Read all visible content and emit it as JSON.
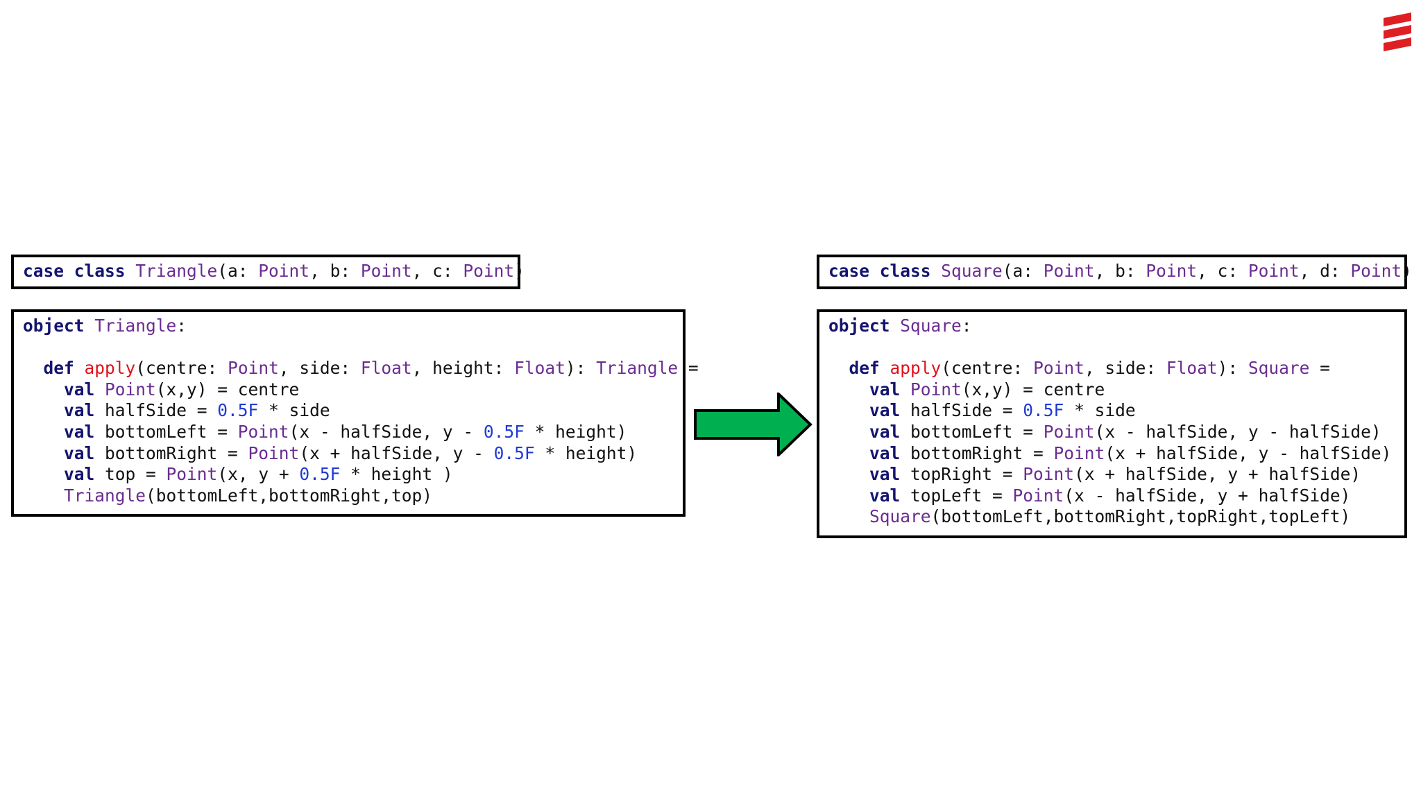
{
  "colors": {
    "background": "#ffffff",
    "border": "#000000",
    "keyword": "#141470",
    "type": "#6a2c91",
    "function": "#e0101a",
    "number": "#1f3ad6",
    "plain": "#111111",
    "arrow_fill": "#00b050",
    "logo": "#de1f24"
  },
  "icons": {
    "arrow": "right-arrow-icon",
    "logo": "scala-logo-icon"
  },
  "panels": {
    "triangle_class": {
      "lines": [
        [
          [
            "kw",
            "case class "
          ],
          [
            "type",
            "Triangle"
          ],
          [
            "plain",
            "(a: "
          ],
          [
            "type",
            "Point"
          ],
          [
            "plain",
            ", b: "
          ],
          [
            "type",
            "Point"
          ],
          [
            "plain",
            ", c: "
          ],
          [
            "type",
            "Point"
          ],
          [
            "plain",
            ")"
          ]
        ]
      ]
    },
    "triangle_object": {
      "lines": [
        [
          [
            "kw",
            "object "
          ],
          [
            "type",
            "Triangle"
          ],
          [
            "plain",
            ":"
          ]
        ],
        [
          [
            "plain",
            ""
          ]
        ],
        [
          [
            "plain",
            "  "
          ],
          [
            "kw",
            "def "
          ],
          [
            "fn",
            "apply"
          ],
          [
            "plain",
            "(centre: "
          ],
          [
            "type",
            "Point"
          ],
          [
            "plain",
            ", side: "
          ],
          [
            "type",
            "Float"
          ],
          [
            "plain",
            ", height: "
          ],
          [
            "type",
            "Float"
          ],
          [
            "plain",
            "): "
          ],
          [
            "type",
            "Triangle"
          ],
          [
            "plain",
            " ="
          ]
        ],
        [
          [
            "plain",
            "    "
          ],
          [
            "kw",
            "val "
          ],
          [
            "type",
            "Point"
          ],
          [
            "plain",
            "(x,y) = centre"
          ]
        ],
        [
          [
            "plain",
            "    "
          ],
          [
            "kw",
            "val "
          ],
          [
            "plain",
            "halfSide = "
          ],
          [
            "num",
            "0.5F"
          ],
          [
            "plain",
            " * side"
          ]
        ],
        [
          [
            "plain",
            "    "
          ],
          [
            "kw",
            "val "
          ],
          [
            "plain",
            "bottomLeft = "
          ],
          [
            "type",
            "Point"
          ],
          [
            "plain",
            "(x - halfSide, y - "
          ],
          [
            "num",
            "0.5F"
          ],
          [
            "plain",
            " * height)"
          ]
        ],
        [
          [
            "plain",
            "    "
          ],
          [
            "kw",
            "val "
          ],
          [
            "plain",
            "bottomRight = "
          ],
          [
            "type",
            "Point"
          ],
          [
            "plain",
            "(x + halfSide, y - "
          ],
          [
            "num",
            "0.5F"
          ],
          [
            "plain",
            " * height)"
          ]
        ],
        [
          [
            "plain",
            "    "
          ],
          [
            "kw",
            "val "
          ],
          [
            "plain",
            "top = "
          ],
          [
            "type",
            "Point"
          ],
          [
            "plain",
            "(x, y + "
          ],
          [
            "num",
            "0.5F"
          ],
          [
            "plain",
            " * height )"
          ]
        ],
        [
          [
            "plain",
            "    "
          ],
          [
            "type",
            "Triangle"
          ],
          [
            "plain",
            "(bottomLeft,bottomRight,top)"
          ]
        ]
      ]
    },
    "square_class": {
      "lines": [
        [
          [
            "kw",
            "case class "
          ],
          [
            "type",
            "Square"
          ],
          [
            "plain",
            "(a: "
          ],
          [
            "type",
            "Point"
          ],
          [
            "plain",
            ", b: "
          ],
          [
            "type",
            "Point"
          ],
          [
            "plain",
            ", c: "
          ],
          [
            "type",
            "Point"
          ],
          [
            "plain",
            ", d: "
          ],
          [
            "type",
            "Point"
          ],
          [
            "plain",
            ")"
          ]
        ]
      ]
    },
    "square_object": {
      "lines": [
        [
          [
            "kw",
            "object "
          ],
          [
            "type",
            "Square"
          ],
          [
            "plain",
            ":"
          ]
        ],
        [
          [
            "plain",
            ""
          ]
        ],
        [
          [
            "plain",
            "  "
          ],
          [
            "kw",
            "def "
          ],
          [
            "fn",
            "apply"
          ],
          [
            "plain",
            "(centre: "
          ],
          [
            "type",
            "Point"
          ],
          [
            "plain",
            ", side: "
          ],
          [
            "type",
            "Float"
          ],
          [
            "plain",
            "): "
          ],
          [
            "type",
            "Square"
          ],
          [
            "plain",
            " ="
          ]
        ],
        [
          [
            "plain",
            "    "
          ],
          [
            "kw",
            "val "
          ],
          [
            "type",
            "Point"
          ],
          [
            "plain",
            "(x,y) = centre"
          ]
        ],
        [
          [
            "plain",
            "    "
          ],
          [
            "kw",
            "val "
          ],
          [
            "plain",
            "halfSide = "
          ],
          [
            "num",
            "0.5F"
          ],
          [
            "plain",
            " * side"
          ]
        ],
        [
          [
            "plain",
            "    "
          ],
          [
            "kw",
            "val "
          ],
          [
            "plain",
            "bottomLeft = "
          ],
          [
            "type",
            "Point"
          ],
          [
            "plain",
            "(x - halfSide, y - halfSide)"
          ]
        ],
        [
          [
            "plain",
            "    "
          ],
          [
            "kw",
            "val "
          ],
          [
            "plain",
            "bottomRight = "
          ],
          [
            "type",
            "Point"
          ],
          [
            "plain",
            "(x + halfSide, y - halfSide)"
          ]
        ],
        [
          [
            "plain",
            "    "
          ],
          [
            "kw",
            "val "
          ],
          [
            "plain",
            "topRight = "
          ],
          [
            "type",
            "Point"
          ],
          [
            "plain",
            "(x + halfSide, y + halfSide)"
          ]
        ],
        [
          [
            "plain",
            "    "
          ],
          [
            "kw",
            "val "
          ],
          [
            "plain",
            "topLeft = "
          ],
          [
            "type",
            "Point"
          ],
          [
            "plain",
            "(x - halfSide, y + halfSide)"
          ]
        ],
        [
          [
            "plain",
            "    "
          ],
          [
            "type",
            "Square"
          ],
          [
            "plain",
            "(bottomLeft,bottomRight,topRight,topLeft)"
          ]
        ]
      ]
    }
  }
}
